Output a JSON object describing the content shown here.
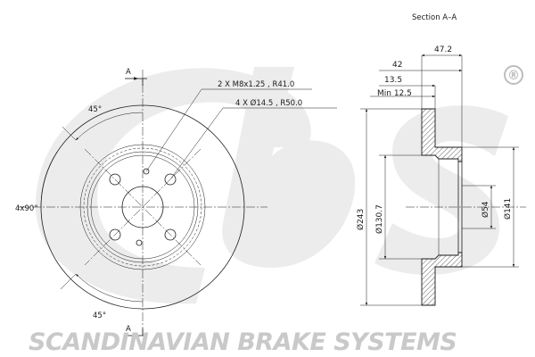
{
  "brand": {
    "tagline": "SCANDINAVIAN BRAKE SYSTEMS",
    "logo_text": "sbs",
    "registered_mark": "®"
  },
  "front_view": {
    "section_marker_top": "A",
    "section_marker_bottom": "A",
    "angle_top": "45°",
    "angle_bottom": "45°",
    "bolt_pattern_label": "4x90°",
    "thread_callout": "2 X M8x1.25 , R41.0",
    "hole_callout": "4 X Ø14.5 , R50.0"
  },
  "section_view": {
    "title": "Section A–A",
    "dim_overall_height": "47.2",
    "dim_hat_depth": "42",
    "dim_thickness": "13.5",
    "dim_min_thickness": "Min 12.5",
    "dim_outer_diameter": "Ø243",
    "dim_hat_diameter": "Ø130.7",
    "dim_center_bore": "Ø54",
    "dim_hub_diameter": "Ø141"
  }
}
